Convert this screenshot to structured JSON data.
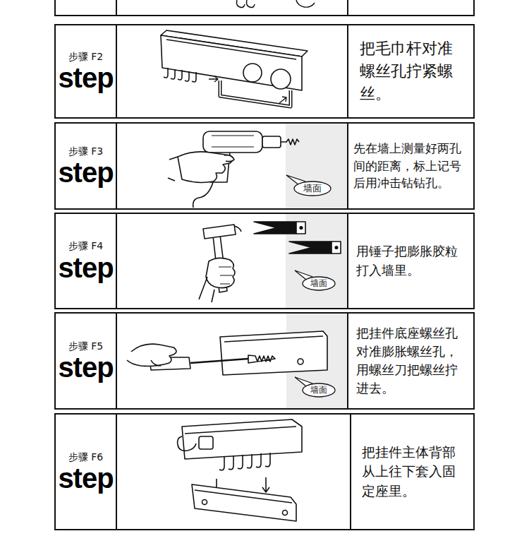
{
  "diagram": {
    "nodes": [
      {
        "text": [
          "步骤 F2",
          "step"
        ]
      },
      {
        "text": [
          "把毛巾杆对准螺丝孔拧紧螺丝。"
        ]
      },
      {
        "text": [
          "步骤 F3",
          "step"
        ]
      },
      {
        "text": [
          "墙面"
        ]
      },
      {
        "text": [
          "先在墙上测量好两孔间的距离，标上记号后用冲击钻钻孔。"
        ]
      },
      {
        "text": [
          "步骤 F4",
          "step"
        ]
      },
      {
        "text": [
          "墙面"
        ]
      },
      {
        "text": [
          "用锤子把膨胀胶粒打入墙里。"
        ]
      },
      {
        "text": [
          "步骤 F5",
          "step"
        ]
      },
      {
        "text": [
          "墙面"
        ]
      },
      {
        "text": [
          "把挂件底座螺丝孔对准膨胀螺丝孔，用螺丝刀把螺丝拧进去。"
        ]
      },
      {
        "text": [
          "步骤 F6",
          "step"
        ]
      },
      {
        "text": [
          "把挂件主体背部从上往下套入固定座里。"
        ]
      }
    ]
  }
}
